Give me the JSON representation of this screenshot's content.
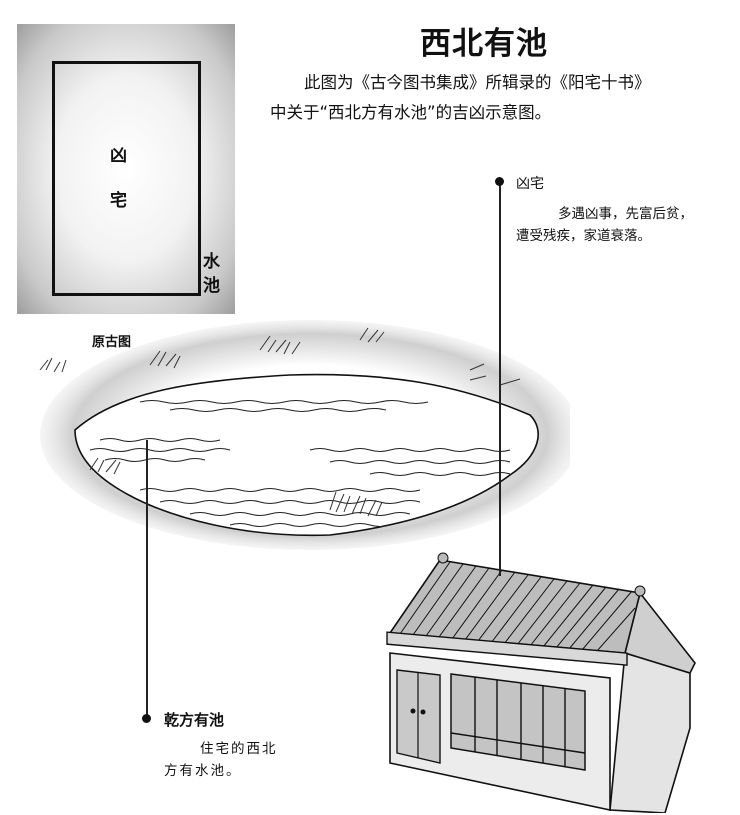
{
  "header": {
    "title": "西北有池",
    "intro_line1": "此图为《古今图书集成》所辑录的《阳宅十书》",
    "intro_line2": "中关于“西北方有水池”的吉凶示意图。"
  },
  "original_diagram": {
    "house_char1": "凶",
    "house_char2": "宅",
    "pond_char1": "水",
    "pond_char2": "池",
    "caption": "原古图"
  },
  "callouts": {
    "house": {
      "title": "凶宅",
      "body_line1": "多遇凶事，先富后贫，",
      "body_line2": "遭受残疾，家道衰落。"
    },
    "pond": {
      "title": "乾方有池",
      "body_line1": "住宅的西北",
      "body_line2": "方有水池。"
    }
  },
  "colors": {
    "ink": "#111111",
    "paper": "#ffffff",
    "shade": "#9d9d9d"
  }
}
